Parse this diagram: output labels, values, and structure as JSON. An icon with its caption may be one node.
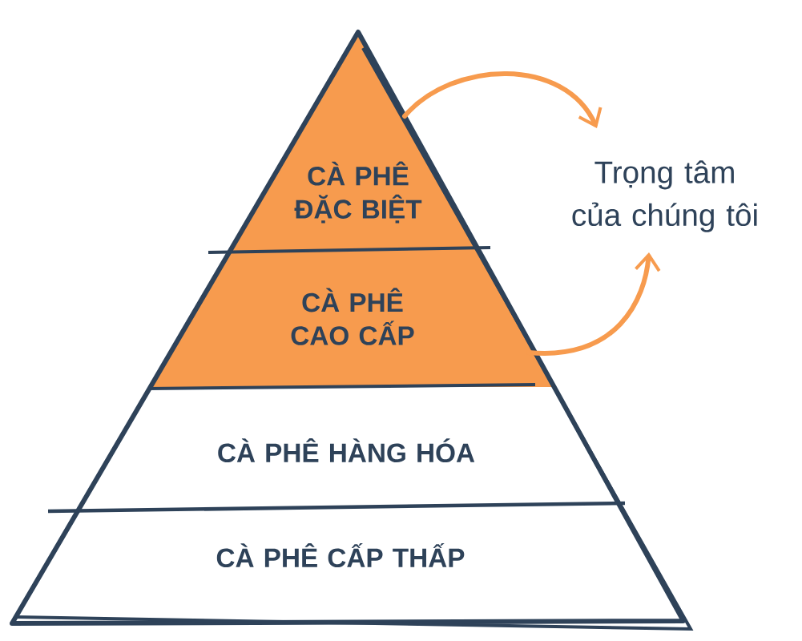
{
  "diagram": {
    "nodes": [
      {
        "text": [
          "CÀ PHÊ ĐẶC BIỆT"
        ]
      },
      {
        "text": [
          "CÀ PHÊ CAO CẤP"
        ]
      },
      {
        "text": [
          "CÀ PHÊ HÀNG HÓA"
        ]
      },
      {
        "text": [
          "CÀ PHÊ CẤP THẤP"
        ]
      },
      {
        "text": [
          "Trọng tâm của chúng tôi"
        ]
      }
    ],
    "edges": [
      {
        "from": 0,
        "to": 4,
        "arrow": "to",
        "color": "#f79b4e"
      },
      {
        "from": 1,
        "to": 4,
        "arrow": "to",
        "color": "#f79b4e"
      }
    ]
  }
}
